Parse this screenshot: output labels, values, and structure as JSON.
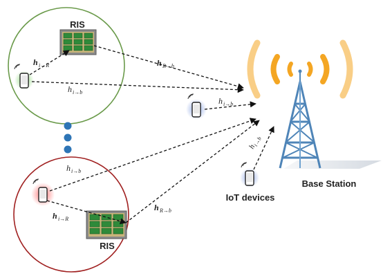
{
  "labels": {
    "ris_top": "RIS",
    "ris_bottom": "RIS",
    "base_station": "Base Station",
    "iot_devices": "IoT devices"
  },
  "channels": {
    "h_iR_top": {
      "base": "h",
      "sub": "i→R"
    },
    "h_Rb_top": {
      "base": "h",
      "sub": "R→b"
    },
    "h_ib_top": {
      "base": "h",
      "sub": "i→b"
    },
    "h_ib_mid": {
      "base": "h",
      "sub": "i→b"
    },
    "h_ib_bottom": {
      "base": "h",
      "sub": "i→b"
    },
    "h_iR_bottom": {
      "base": "h",
      "sub": "i→R"
    },
    "h_Rb_bottom": {
      "base": "h",
      "sub": "R→b"
    },
    "h_ib_near": {
      "base": "h",
      "sub": "i→b"
    }
  },
  "colors": {
    "cluster_top_border": "#6a9a4a",
    "cluster_bottom_border": "#a02020",
    "dots": "#2e75b6",
    "waves": "#f0a020",
    "tower": "#5b8fc0",
    "ris_frame": "#7a7a7a",
    "ris_cell": "#2f8a3a"
  },
  "icons": [
    "phone-icon",
    "ris-panel-icon",
    "tower-icon",
    "signal-wave-icon"
  ]
}
